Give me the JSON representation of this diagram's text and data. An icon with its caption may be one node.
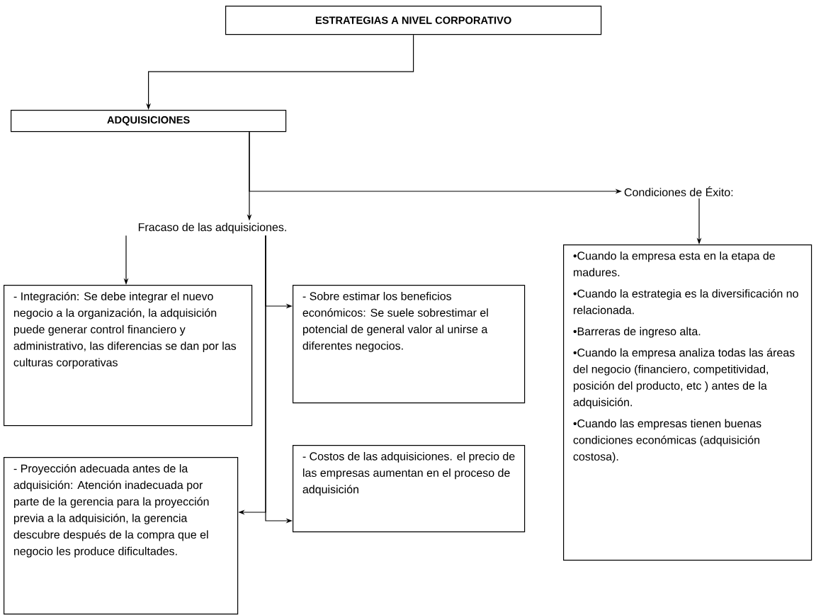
{
  "diagram": {
    "nodes": [
      {
        "text": [
          "ESTRATEGIAS A NIVEL CORPORATIVO"
        ]
      },
      {
        "text": [
          "ADQUISICIONES"
        ]
      },
      {
        "text": [
          "Condiciones de Éxito:"
        ]
      },
      {
        "text": [
          "Fracaso de las adquisiciones."
        ]
      },
      {
        "text": [
          "- Integración: Se debe integrar el nuevo negocio a la organización, la adquisición puede generar control financiero y administrativo, las diferencias se dan por las culturas corporativas"
        ]
      },
      {
        "text": [
          "- Sobre estimar los beneficios económicos: Se suele sobrestimar el potencial de general valor al unirse a diferentes negocios."
        ]
      },
      {
        "text": [
          "- Costos de las adquisiciones. el precio de las empresas aumentan en el proceso de adquisición"
        ]
      },
      {
        "text": [
          "- Proyección adecuada antes de la adquisición: Atención inadecuada por parte de la gerencia para la proyección previa a la adquisición, la gerencia descubre después de la compra que el negocio les produce dificultades."
        ]
      },
      {
        "text": [
          "•Cuando la empresa esta en la etapa de madures.",
          "•Cuando la estrategia es la diversificación no relacionada.",
          "•Barreras de ingreso alta.",
          "•Cuando la empresa analiza todas las áreas del negocio (financiero, competitividad, posición del producto, etc ) antes de la adquisición.",
          "•Cuando las empresas tienen buenas condiciones económicas (adquisición costosa)."
        ]
      }
    ],
    "edges": [
      {
        "from": 0,
        "to": 1,
        "arrow": "to"
      },
      {
        "from": 1,
        "to": 2,
        "arrow": "to"
      },
      {
        "from": 1,
        "to": 3,
        "arrow": "to"
      },
      {
        "from": 2,
        "to": 8,
        "arrow": "to"
      },
      {
        "from": 3,
        "to": 4,
        "arrow": "to"
      },
      {
        "from": 3,
        "to": 5,
        "arrow": "to"
      },
      {
        "from": 3,
        "to": 7,
        "arrow": "to"
      },
      {
        "from": 3,
        "to": 6,
        "arrow": "to"
      }
    ]
  }
}
